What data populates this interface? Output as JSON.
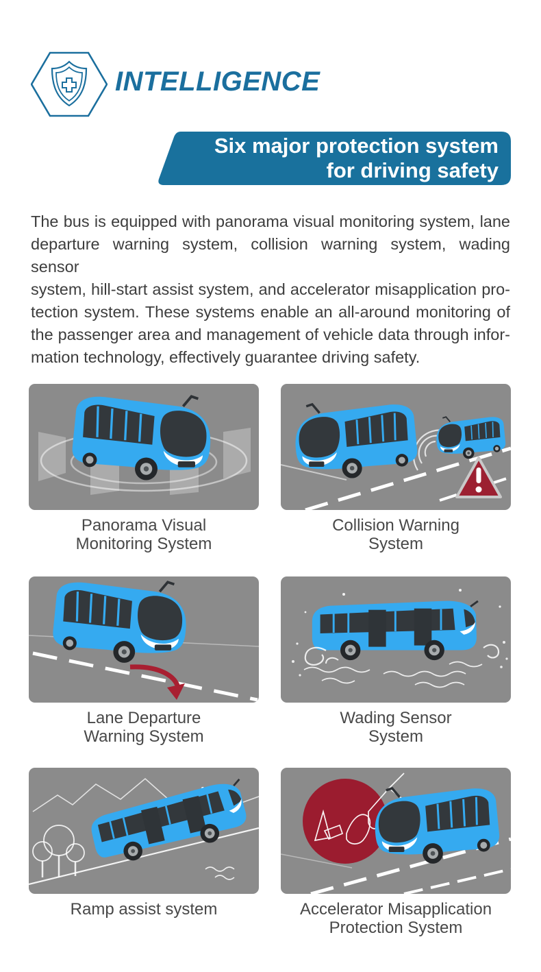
{
  "header": {
    "title": "INTELLIGENCE",
    "icon": "shield-cross-hexagon-icon"
  },
  "banner": {
    "line1": "Six major protection system",
    "line2": "for driving safety"
  },
  "paragraph": {
    "lines": [
      "The bus is equipped with panorama visual monitoring system, lane",
      "departure warning system, collision warning system, wading sensor",
      "system, hill-start assist system, and accelerator misapplication pro-",
      "tection system. These systems enable an all-around monitoring of",
      "the passenger area and management of vehicle data through infor-",
      "mation technology, effectively guarantee driving safety."
    ]
  },
  "tiles": [
    {
      "illustration": "bus-with-panorama-radar-rings",
      "caption_lines": [
        "Panorama Visual",
        "Monitoring System"
      ]
    },
    {
      "illustration": "two-buses-collision-warning-triangle",
      "caption_lines": [
        "Collision Warning",
        "System"
      ]
    },
    {
      "illustration": "bus-crossing-lane-red-arrow",
      "caption_lines": [
        "Lane Departure",
        "Warning System"
      ]
    },
    {
      "illustration": "bus-wading-through-water",
      "caption_lines": [
        "Wading Sensor",
        "System"
      ]
    },
    {
      "illustration": "bus-climbing-ramp-mountains",
      "caption_lines": [
        "Ramp assist system"
      ]
    },
    {
      "illustration": "pedal-misapplication-red-circle-bus",
      "caption_lines": [
        "Accelerator Misapplication",
        "Protection System"
      ]
    }
  ],
  "colors": {
    "brand_blue": "#1b6f9e",
    "banner_blue": "#19719d",
    "tile_gray": "#8b8b8b",
    "bus_blue": "#35aaf0",
    "bus_dark": "#33383c",
    "warning_red": "#9c2031",
    "caption_gray": "#484848",
    "paragraph_gray": "#3d3d3d"
  }
}
